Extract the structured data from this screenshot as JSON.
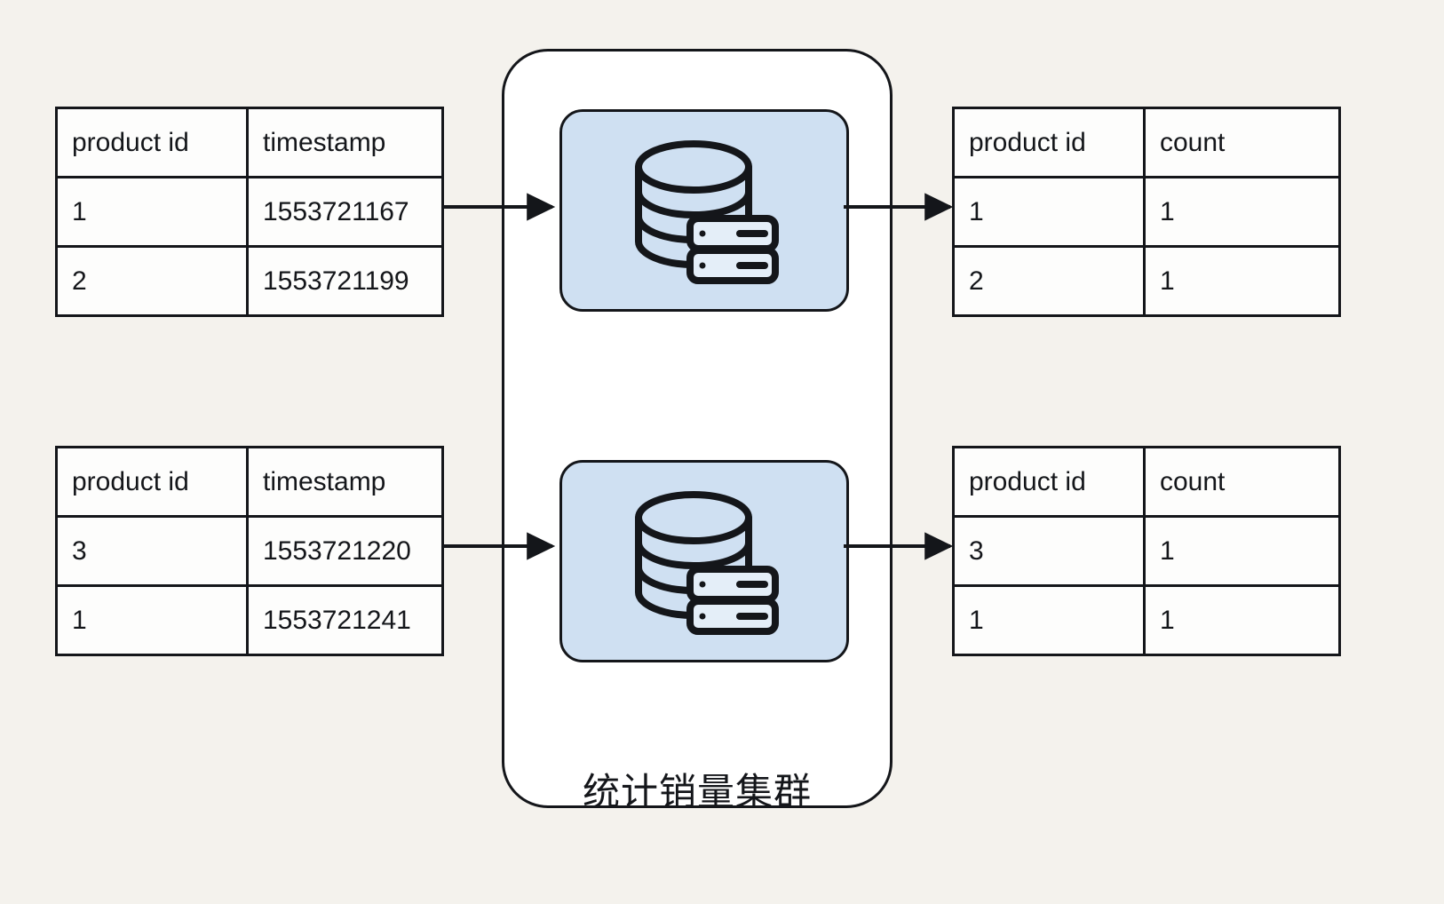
{
  "background_color": "#f4f2ed",
  "accent_color": "#cfe0f2",
  "stroke_color": "#14161a",
  "cluster": {
    "label": "统计销量集群",
    "nodes": [
      {
        "name": "database-node-1",
        "icon": "database-server-icon"
      },
      {
        "name": "database-node-2",
        "icon": "database-server-icon"
      }
    ]
  },
  "tables": {
    "input_top": {
      "name": "input-events-table-top",
      "headers": [
        "product id",
        "timestamp"
      ],
      "rows": [
        [
          "1",
          "1553721167"
        ],
        [
          "2",
          "1553721199"
        ]
      ]
    },
    "input_bottom": {
      "name": "input-events-table-bottom",
      "headers": [
        "product id",
        "timestamp"
      ],
      "rows": [
        [
          "3",
          "1553721220"
        ],
        [
          "1",
          "1553721241"
        ]
      ]
    },
    "output_top": {
      "name": "output-counts-table-top",
      "headers": [
        "product id",
        "count"
      ],
      "rows": [
        [
          "1",
          "1"
        ],
        [
          "2",
          "1"
        ]
      ]
    },
    "output_bottom": {
      "name": "output-counts-table-bottom",
      "headers": [
        "product id",
        "count"
      ],
      "rows": [
        [
          "3",
          "1"
        ],
        [
          "1",
          "1"
        ]
      ]
    }
  },
  "arrows": [
    {
      "name": "arrow-input-top-to-node-1",
      "direction": "right"
    },
    {
      "name": "arrow-node-1-to-output-top",
      "direction": "right"
    },
    {
      "name": "arrow-input-bottom-to-node-2",
      "direction": "right"
    },
    {
      "name": "arrow-node-2-to-output-bottom",
      "direction": "right"
    }
  ]
}
